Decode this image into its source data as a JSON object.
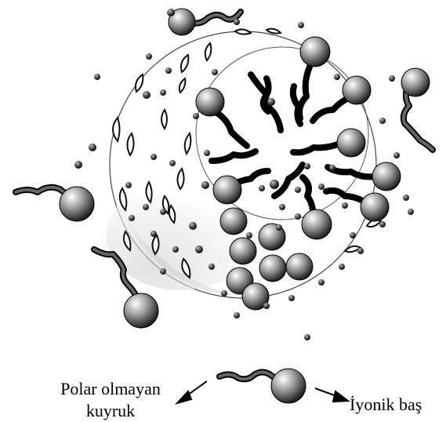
{
  "labels": {
    "tail_line1": "Polar olmayan",
    "tail_line2": "kuyruk",
    "head": "İyonik baş"
  },
  "colors": {
    "ink": "#000000",
    "sphere_shade": "#d6d6d6",
    "background": "#ffffff"
  },
  "icons": {
    "arrow_to_tail": "arrow-down-left",
    "arrow_to_head": "arrow-right"
  }
}
